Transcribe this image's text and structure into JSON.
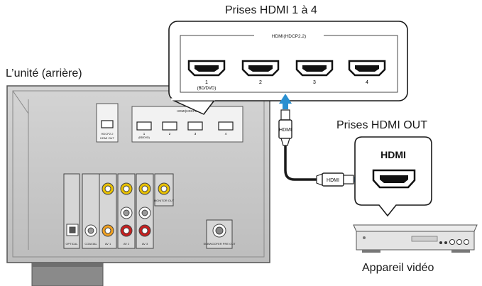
{
  "labels": {
    "hdmi_jacks_title": "Prises HDMI 1 à 4",
    "unit_rear": "L’unité (arrière)",
    "hdmi_out_title": "Prises HDMI OUT",
    "video_device": "Appareil vidéo"
  },
  "callout": {
    "group_label": "HDMI(HDCP2.2)",
    "jacks": [
      {
        "num": "1",
        "sub": "(BD/DVD)"
      },
      {
        "num": "2",
        "sub": ""
      },
      {
        "num": "3",
        "sub": ""
      },
      {
        "num": "4",
        "sub": ""
      }
    ]
  },
  "device_box": {
    "label": "HDMI"
  },
  "cable": {
    "plug_label_top": "HDMI",
    "plug_label_side": "HDMI"
  },
  "unit_panel": {
    "hdmi_group_label": "HDMI(HDCP2.2)",
    "hdmi_out_label_1": "HDCP2.2",
    "hdmi_out_label_2": "HDMI OUT",
    "jacks": [
      {
        "num": "1",
        "sub": "(BD/DVD)"
      },
      {
        "num": "2",
        "sub": ""
      },
      {
        "num": "3",
        "sub": ""
      },
      {
        "num": "4",
        "sub": ""
      }
    ],
    "bottom_labels": [
      "OPTICAL",
      "COAXIAL",
      "AV 1",
      "AV 2",
      "AV 3"
    ],
    "monitor_out": "MONITOR OUT",
    "subwoofer": "SUBWOOFER PRE OUT"
  },
  "colors": {
    "cable_blue": "#2a8fd0",
    "panel_gray": "#b8b8b8",
    "panel_dark": "#8a8a8a",
    "rca_yellow": "#e8c000",
    "rca_red": "#c81e1e"
  },
  "icons": [
    "hdmi-port-icon",
    "rca-jack-icon",
    "optical-jack-icon",
    "arrow-up-icon",
    "arrow-right-icon",
    "video-player-icon"
  ]
}
